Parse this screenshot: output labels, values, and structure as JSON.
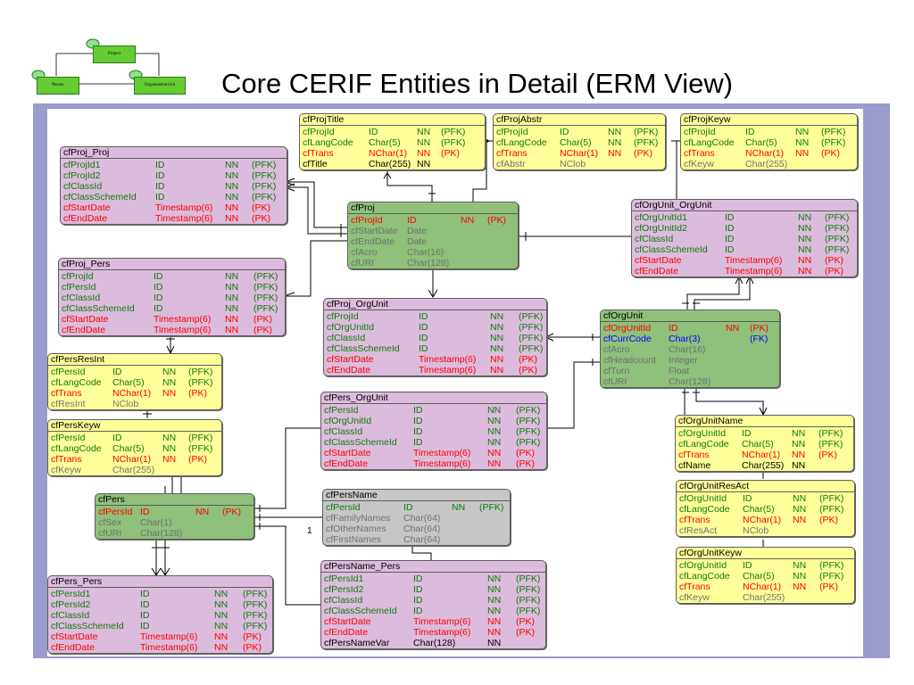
{
  "title": "Core CERIF Entities in Detail (ERM View)",
  "colors": {
    "panel": "#9a9ccc",
    "yellow": "#ffff99",
    "pink": "#dcbcdc",
    "green": "#8fc17a",
    "grey": "#c6c6c6"
  },
  "logo": {
    "project": "Project",
    "person": "Person",
    "orgunit": "OrganisationUnit"
  },
  "relationship_labels": {
    "pers_persname": "1"
  },
  "entities": [
    {
      "key": "projTitle",
      "name": "cfProjTitle",
      "color": "yellow",
      "cols": [
        3,
        77,
        131,
        158
      ],
      "rows": [
        [
          "cfProjId",
          "ID",
          "NN",
          "(PFK)",
          "k"
        ],
        [
          "cfLangCode",
          "Char(5)",
          "NN",
          "(PFK)",
          "k"
        ],
        [
          "cfTrans",
          "NChar(1)",
          "NN",
          "(PK)",
          "r"
        ],
        [
          "cfTitle",
          "Char(255)",
          "NN",
          "",
          "n"
        ]
      ]
    },
    {
      "key": "projAbstr",
      "name": "cfProjAbstr",
      "color": "yellow",
      "cols": [
        3,
        74,
        128,
        157
      ],
      "rows": [
        [
          "cfProjId",
          "ID",
          "NN",
          "(PFK)",
          "k"
        ],
        [
          "cfLangCode",
          "Char(5)",
          "NN",
          "(PFK)",
          "k"
        ],
        [
          "cfTrans",
          "NChar(1)",
          "NN",
          "(PK)",
          "r"
        ],
        [
          "cfAbstr",
          "NClob",
          "",
          "",
          "g"
        ]
      ]
    },
    {
      "key": "projKeyw",
      "name": "cfProjKeyw",
      "color": "yellow",
      "cols": [
        3,
        72,
        128,
        157
      ],
      "rows": [
        [
          "cfProjId",
          "ID",
          "NN",
          "(PFK)",
          "k"
        ],
        [
          "cfLangCode",
          "Char(5)",
          "NN",
          "(PFK)",
          "k"
        ],
        [
          "cfTrans",
          "NChar(1)",
          "NN",
          "(PK)",
          "r"
        ],
        [
          "cfKeyw",
          "Char(255)",
          "",
          "",
          "g"
        ]
      ]
    },
    {
      "key": "projProj",
      "name": "cfProj_Proj",
      "color": "pink",
      "cols": [
        3,
        106,
        184,
        214
      ],
      "rows": [
        [
          "cfProjId1",
          "ID",
          "NN",
          "(PFK)",
          "k"
        ],
        [
          "cfProjId2",
          "ID",
          "NN",
          "(PFK)",
          "k"
        ],
        [
          "cfClassId",
          "ID",
          "NN",
          "(PFK)",
          "k"
        ],
        [
          "cfClassSchemeId",
          "ID",
          "NN",
          "(PFK)",
          "k"
        ],
        [
          "cfStartDate",
          "Timestamp(6)",
          "NN",
          "(PK)",
          "r"
        ],
        [
          "cfEndDate",
          "Timestamp(6)",
          "NN",
          "(PK)",
          "r"
        ]
      ]
    },
    {
      "key": "proj",
      "name": "cfProj",
      "color": "green",
      "cols": [
        3,
        66,
        126,
        156
      ],
      "rows": [
        [
          "cfProjId",
          "ID",
          "NN",
          "(PK)",
          "r"
        ],
        [
          "cfStartDate",
          "Date",
          "",
          "",
          "g"
        ],
        [
          "cfEndDate",
          "Date",
          "",
          "",
          "g"
        ],
        [
          "cfAcro",
          "Char(16)",
          "",
          "",
          "g"
        ],
        [
          "cfURI",
          "Char(128)",
          "",
          "",
          "g"
        ]
      ]
    },
    {
      "key": "orgUnitOrgUnit",
      "name": "cfOrgUnit_OrgUnit",
      "color": "pink",
      "cols": [
        3,
        104,
        186,
        216
      ],
      "rows": [
        [
          "cfOrgUnitId1",
          "ID",
          "NN",
          "(PFK)",
          "k"
        ],
        [
          "cfOrgUnitId2",
          "ID",
          "NN",
          "(PFK)",
          "k"
        ],
        [
          "cfClassId",
          "ID",
          "NN",
          "(PFK)",
          "k"
        ],
        [
          "cfClassSchemeId",
          "ID",
          "NN",
          "(PFK)",
          "k"
        ],
        [
          "cfStartDate",
          "Timestamp(6)",
          "NN",
          "(PK)",
          "r"
        ],
        [
          "cfEndDate",
          "Timestamp(6)",
          "NN",
          "(PK)",
          "r"
        ]
      ]
    },
    {
      "key": "projPers",
      "name": "cfProj_Pers",
      "color": "pink",
      "cols": [
        3,
        106,
        186,
        218
      ],
      "rows": [
        [
          "cfProjId",
          "ID",
          "NN",
          "(PFK)",
          "k"
        ],
        [
          "cfPersId",
          "ID",
          "NN",
          "(PFK)",
          "k"
        ],
        [
          "cfClassId",
          "ID",
          "NN",
          "(PFK)",
          "k"
        ],
        [
          "cfClassSchemeId",
          "ID",
          "NN",
          "(PFK)",
          "k"
        ],
        [
          "cfStartDate",
          "Timestamp(6)",
          "NN",
          "(PK)",
          "r"
        ],
        [
          "cfEndDate",
          "Timestamp(6)",
          "NN",
          "(PK)",
          "r"
        ]
      ]
    },
    {
      "key": "projOrgUnit",
      "name": "cfProj_OrgUnit",
      "color": "pink",
      "cols": [
        3,
        106,
        186,
        218
      ],
      "rows": [
        [
          "cfProjId",
          "ID",
          "NN",
          "(PFK)",
          "k"
        ],
        [
          "cfOrgUnitId",
          "ID",
          "NN",
          "(PFK)",
          "k"
        ],
        [
          "cfClassId",
          "ID",
          "NN",
          "(PFK)",
          "k"
        ],
        [
          "cfClassSchemeId",
          "ID",
          "NN",
          "(PFK)",
          "k"
        ],
        [
          "cfStartDate",
          "Timestamp(6)",
          "NN",
          "(PK)",
          "r"
        ],
        [
          "cfEndDate",
          "Timestamp(6)",
          "NN",
          "(PK)",
          "r"
        ]
      ]
    },
    {
      "key": "orgUnit",
      "name": "cfOrgUnit",
      "color": "green",
      "cols": [
        3,
        76,
        140,
        167
      ],
      "rows": [
        [
          "cfOrgUnitId",
          "ID",
          "NN",
          "(PK)",
          "r"
        ],
        [
          "cfCurrCode",
          "Char(3)",
          "",
          "(FK)",
          "b"
        ],
        [
          "cfAcro",
          "Char(16)",
          "",
          "",
          "g"
        ],
        [
          "cfHeadcount",
          "Integer",
          "",
          "",
          "g"
        ],
        [
          "cfTurn",
          "Float",
          "",
          "",
          "g"
        ],
        [
          "cfURI",
          "Char(128)",
          "",
          "",
          "g"
        ]
      ]
    },
    {
      "key": "persResInt",
      "name": "cfPersResInt",
      "color": "yellow",
      "cols": [
        3,
        72,
        128,
        157
      ],
      "rows": [
        [
          "cfPersId",
          "ID",
          "NN",
          "(PFK)",
          "k"
        ],
        [
          "cfLangCode",
          "Char(5)",
          "NN",
          "(PFK)",
          "k"
        ],
        [
          "cfTrans",
          "NChar(1)",
          "NN",
          "(PK)",
          "r"
        ],
        [
          "cfResInt",
          "NClob",
          "",
          "",
          "g"
        ]
      ]
    },
    {
      "key": "persOrgUnit",
      "name": "cfPers_OrgUnit",
      "color": "pink",
      "cols": [
        3,
        103,
        186,
        218
      ],
      "rows": [
        [
          "cfPersId",
          "ID",
          "NN",
          "(PFK)",
          "k"
        ],
        [
          "cfOrgUnitId",
          "ID",
          "NN",
          "(PFK)",
          "k"
        ],
        [
          "cfClassId",
          "ID",
          "NN",
          "(PFK)",
          "k"
        ],
        [
          "cfClassSchemeId",
          "ID",
          "NN",
          "(PFK)",
          "k"
        ],
        [
          "cfStartDate",
          "Timestamp(6)",
          "NN",
          "(PK)",
          "r"
        ],
        [
          "cfEndDate",
          "Timestamp(6)",
          "NN",
          "(PK)",
          "r"
        ]
      ]
    },
    {
      "key": "orgUnitName",
      "name": "cfOrgUnitName",
      "color": "yellow",
      "cols": [
        3,
        74,
        130,
        160
      ],
      "rows": [
        [
          "cfOrgUnitId",
          "ID",
          "NN",
          "(PFK)",
          "k"
        ],
        [
          "cfLangCode",
          "Char(5)",
          "NN",
          "(PFK)",
          "k"
        ],
        [
          "cfTrans",
          "NChar(1)",
          "NN",
          "(PK)",
          "r"
        ],
        [
          "cfName",
          "Char(255)",
          "NN",
          "",
          "n"
        ]
      ]
    },
    {
      "key": "persKeyw",
      "name": "cfPersKeyw",
      "color": "yellow",
      "cols": [
        3,
        72,
        128,
        157
      ],
      "rows": [
        [
          "cfPersId",
          "ID",
          "NN",
          "(PFK)",
          "k"
        ],
        [
          "cfLangCode",
          "Char(5)",
          "NN",
          "(PFK)",
          "k"
        ],
        [
          "cfTrans",
          "NChar(1)",
          "NN",
          "(PK)",
          "r"
        ],
        [
          "cfKeyw",
          "Char(255)",
          "",
          "",
          "g"
        ]
      ]
    },
    {
      "key": "orgUnitResAct",
      "name": "cfOrgUnitResAct",
      "color": "yellow",
      "cols": [
        3,
        74,
        130,
        160
      ],
      "rows": [
        [
          "cfOrgUnitId",
          "ID",
          "NN",
          "(PFK)",
          "k"
        ],
        [
          "cfLangCode",
          "Char(5)",
          "NN",
          "(PFK)",
          "k"
        ],
        [
          "cfTrans",
          "NChar(1)",
          "NN",
          "(PK)",
          "r"
        ],
        [
          "cfResAct",
          "NClob",
          "",
          "",
          "g"
        ]
      ]
    },
    {
      "key": "pers",
      "name": "cfPers",
      "color": "green",
      "cols": [
        3,
        50,
        112,
        142
      ],
      "rows": [
        [
          "cfPersId",
          "ID",
          "NN",
          "(PK)",
          "r"
        ],
        [
          "cfSex",
          "Char(1)",
          "",
          "",
          "g"
        ],
        [
          "cfURI",
          "Char(128)",
          "",
          "",
          "g"
        ]
      ]
    },
    {
      "key": "persName",
      "name": "cfPersName",
      "color": "grey",
      "cols": [
        3,
        90,
        144,
        175
      ],
      "rows": [
        [
          "cfPersId",
          "ID",
          "NN",
          "(PFK)",
          "k"
        ],
        [
          "cfFamilyNames",
          "Char(64)",
          "",
          "",
          "g"
        ],
        [
          "cfOtherNames",
          "Char(64)",
          "",
          "",
          "g"
        ],
        [
          "cfFirstNames",
          "Char(64)",
          "",
          "",
          "g"
        ]
      ]
    },
    {
      "key": "orgUnitKeyw",
      "name": "cfOrgUnitKeyw",
      "color": "yellow",
      "cols": [
        3,
        74,
        130,
        160
      ],
      "rows": [
        [
          "cfOrgUnitId",
          "ID",
          "NN",
          "(PFK)",
          "k"
        ],
        [
          "cfLangCode",
          "Char(5)",
          "NN",
          "(PFK)",
          "k"
        ],
        [
          "cfTrans",
          "NChar(1)",
          "NN",
          "(PK)",
          "r"
        ],
        [
          "cfKeyw",
          "Char(255)",
          "",
          "",
          "g"
        ]
      ]
    },
    {
      "key": "persPers",
      "name": "cfPers_Pers",
      "color": "pink",
      "cols": [
        3,
        103,
        186,
        218
      ],
      "rows": [
        [
          "cfPersId1",
          "ID",
          "NN",
          "(PFK)",
          "k"
        ],
        [
          "cfPersId2",
          "ID",
          "NN",
          "(PFK)",
          "k"
        ],
        [
          "cfClassId",
          "ID",
          "NN",
          "(PFK)",
          "k"
        ],
        [
          "cfClassSchemeId",
          "ID",
          "NN",
          "(PFK)",
          "k"
        ],
        [
          "cfStartDate",
          "Timestamp(6)",
          "NN",
          "(PK)",
          "r"
        ],
        [
          "cfEndDate",
          "Timestamp(6)",
          "NN",
          "(PK)",
          "r"
        ]
      ]
    },
    {
      "key": "persNamePers",
      "name": "cfPersName_Pers",
      "color": "pink",
      "cols": [
        3,
        103,
        186,
        218
      ],
      "rows": [
        [
          "cfPersId1",
          "ID",
          "NN",
          "(PFK)",
          "k"
        ],
        [
          "cfPersId2",
          "ID",
          "NN",
          "(PFK)",
          "k"
        ],
        [
          "cfClassId",
          "ID",
          "NN",
          "(PFK)",
          "k"
        ],
        [
          "cfClassSchemeId",
          "ID",
          "NN",
          "(PFK)",
          "k"
        ],
        [
          "cfStartDate",
          "Timestamp(6)",
          "NN",
          "(PK)",
          "r"
        ],
        [
          "cfEndDate",
          "Timestamp(6)",
          "NN",
          "(PK)",
          "r"
        ],
        [
          "cfPersNameVar",
          "Char(128)",
          "NN",
          "",
          "n"
        ]
      ]
    }
  ]
}
